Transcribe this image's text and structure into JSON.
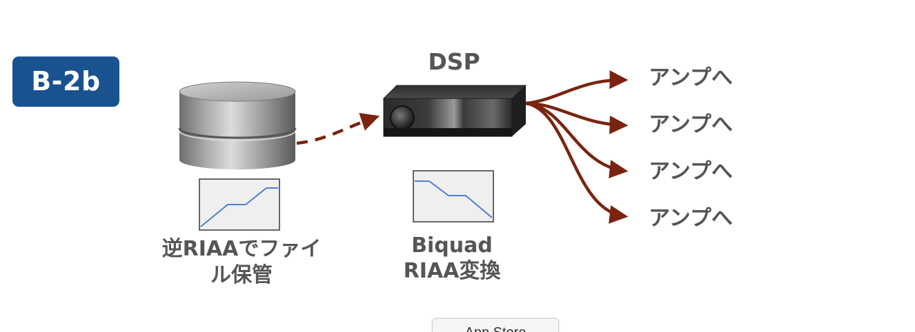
{
  "badge": {
    "label": "B-2b"
  },
  "dsp": {
    "title": "DSP"
  },
  "storage": {
    "caption": "逆RIAAでファイル保管"
  },
  "filter": {
    "caption_line1": "Biquad",
    "caption_line2": "RIAA変換"
  },
  "outputs": [
    {
      "label": "アンプへ"
    },
    {
      "label": "アンプへ"
    },
    {
      "label": "アンプへ"
    },
    {
      "label": "アンプへ"
    }
  ],
  "bottom_button": {
    "label": "App Store"
  },
  "colors": {
    "badge": "#1a5290",
    "arrow": "#7a2410",
    "text": "#555555",
    "graph_line": "#4a7fd6"
  }
}
